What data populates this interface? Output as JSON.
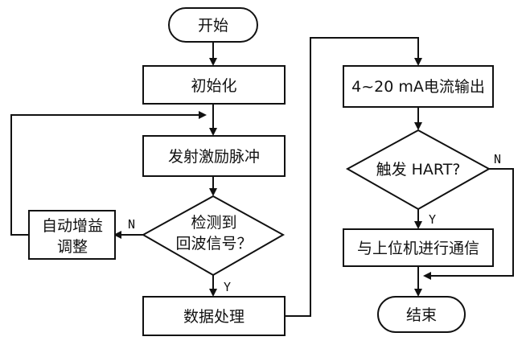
{
  "diagram": {
    "start": "开始",
    "init": "初始化",
    "emit": "发射激励脉冲",
    "detect": [
      "检测到",
      "回波信号？"
    ],
    "adjust": [
      "自动增益",
      "调整"
    ],
    "process": "数据处理",
    "output": "4~20 mA电流输出",
    "trigger": "触发 HART?",
    "comm": "与上位机进行通信",
    "end": "结束",
    "yes": "Y",
    "no": "N"
  }
}
